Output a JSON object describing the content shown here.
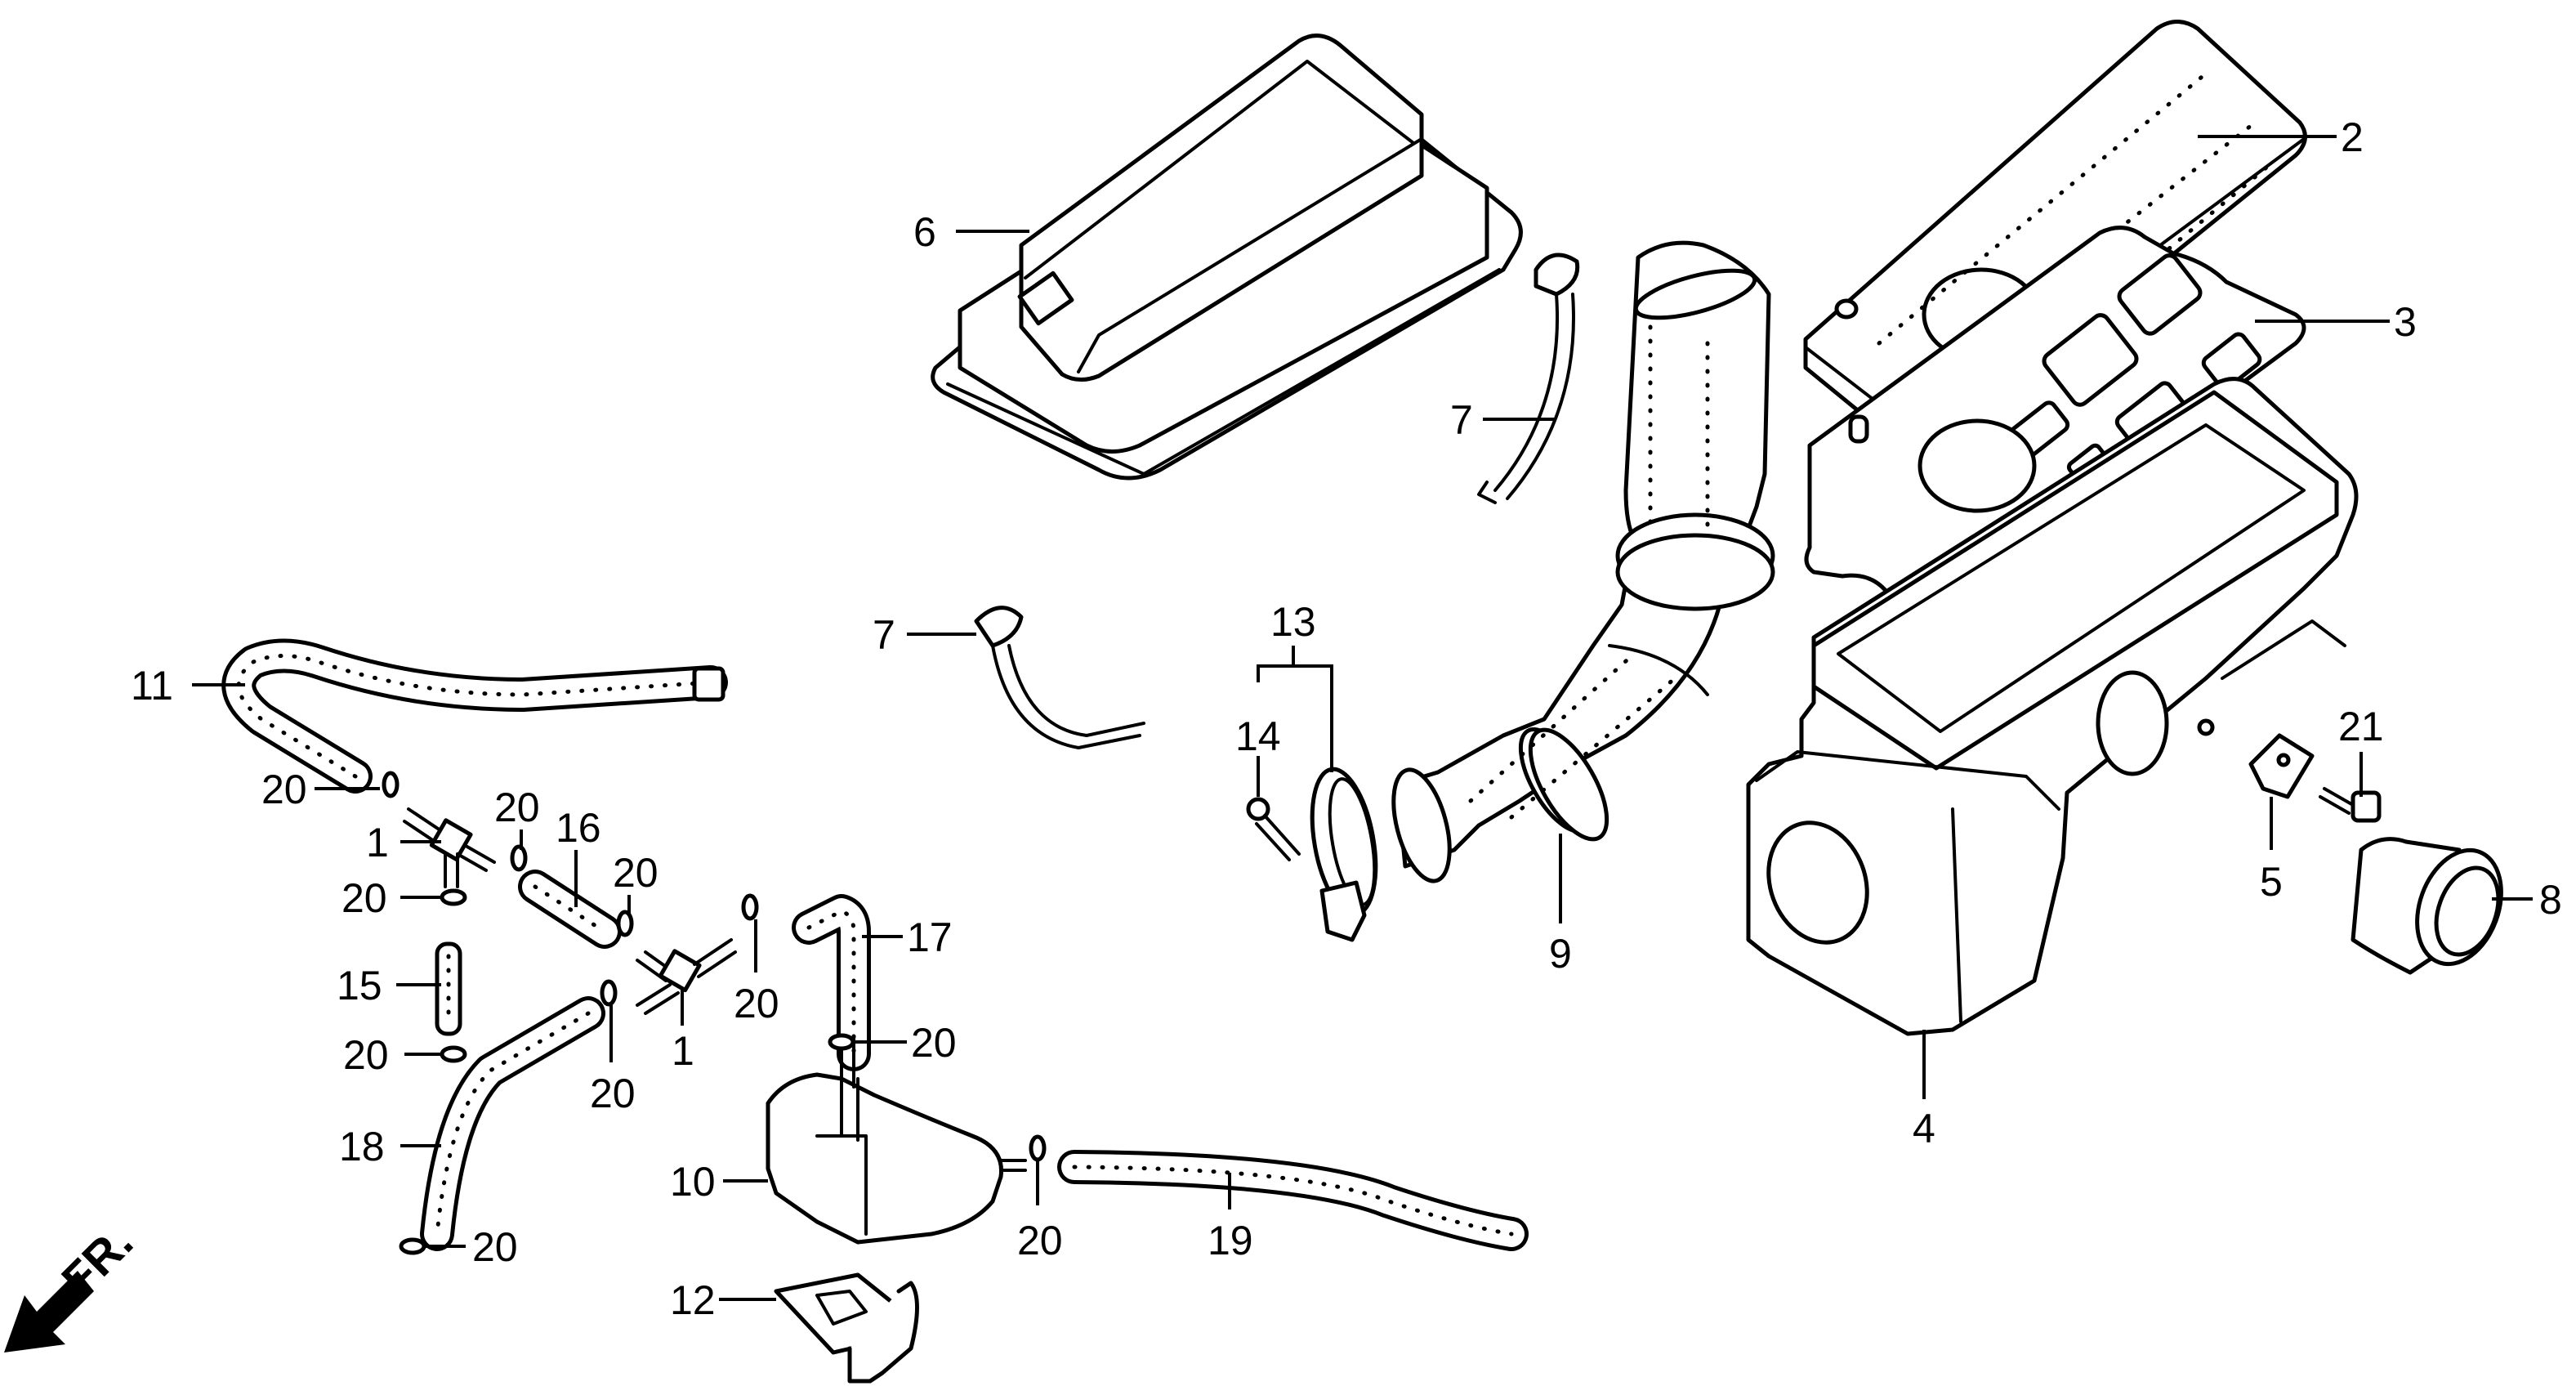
{
  "diagram": {
    "title": "Air Cleaner Assembly Exploded View",
    "orientation_marker": {
      "label": "FR.",
      "icon": "front-direction-arrow"
    },
    "colors": {
      "line": "#000000",
      "background": "#ffffff"
    },
    "callouts": [
      {
        "id": "c2",
        "label": "2",
        "part": "air-cleaner-element"
      },
      {
        "id": "c3",
        "label": "3",
        "part": "element-holder-plate"
      },
      {
        "id": "c6",
        "label": "6",
        "part": "air-cleaner-case-cover"
      },
      {
        "id": "c7a",
        "label": "7",
        "part": "cover-clip-upper"
      },
      {
        "id": "c7b",
        "label": "7",
        "part": "cover-clip-lower"
      },
      {
        "id": "c11",
        "label": "11",
        "part": "breather-hose-long"
      },
      {
        "id": "c13",
        "label": "13",
        "part": "connecting-band-set"
      },
      {
        "id": "c14",
        "label": "14",
        "part": "band-screw"
      },
      {
        "id": "c20a",
        "label": "20",
        "part": "hose-clip"
      },
      {
        "id": "c1a",
        "label": "1",
        "part": "three-way-joint-upper"
      },
      {
        "id": "c20b",
        "label": "20",
        "part": "hose-clip"
      },
      {
        "id": "c16",
        "label": "16",
        "part": "short-hose"
      },
      {
        "id": "c20c",
        "label": "20",
        "part": "hose-clip"
      },
      {
        "id": "c20d",
        "label": "20",
        "part": "hose-clip"
      },
      {
        "id": "c15",
        "label": "15",
        "part": "drain-tube"
      },
      {
        "id": "c20e",
        "label": "20",
        "part": "hose-clip"
      },
      {
        "id": "c17",
        "label": "17",
        "part": "bent-hose"
      },
      {
        "id": "c20f",
        "label": "20",
        "part": "hose-clip"
      },
      {
        "id": "c1b",
        "label": "1",
        "part": "three-way-joint-lower"
      },
      {
        "id": "c20g",
        "label": "20",
        "part": "hose-clip"
      },
      {
        "id": "c20h",
        "label": "20",
        "part": "hose-clip"
      },
      {
        "id": "c18",
        "label": "18",
        "part": "curved-drain-hose"
      },
      {
        "id": "c20i",
        "label": "20",
        "part": "hose-clip"
      },
      {
        "id": "c10",
        "label": "10",
        "part": "breather-separator"
      },
      {
        "id": "c20j",
        "label": "20",
        "part": "hose-clip"
      },
      {
        "id": "c19",
        "label": "19",
        "part": "separator-hose"
      },
      {
        "id": "c12",
        "label": "12",
        "part": "separator-bracket"
      },
      {
        "id": "c9",
        "label": "9",
        "part": "connecting-tube"
      },
      {
        "id": "c4",
        "label": "4",
        "part": "air-cleaner-case"
      },
      {
        "id": "c5",
        "label": "5",
        "part": "grommet-clip"
      },
      {
        "id": "c21",
        "label": "21",
        "part": "flange-bolt"
      },
      {
        "id": "c8",
        "label": "8",
        "part": "intake-joint-tube"
      }
    ]
  }
}
